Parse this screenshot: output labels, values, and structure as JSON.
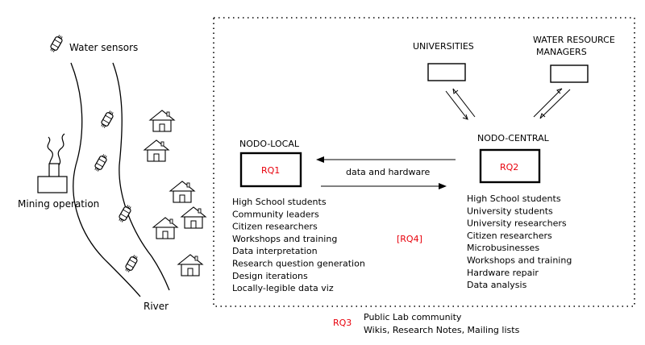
{
  "legend": {
    "sensor_label": "Water sensors"
  },
  "landscape": {
    "mining_label": "Mining operation",
    "river_label": "River"
  },
  "nodo_local": {
    "title": "NODO-LOCAL",
    "rq": "RQ1",
    "items": [
      "High School students",
      "Community leaders",
      "Citizen researchers",
      "Workshops and training",
      "Data interpretation",
      "Research question generation",
      "Design iterations",
      "Locally-legible data viz"
    ]
  },
  "nodo_central": {
    "title": "NODO-CENTRAL",
    "rq": "RQ2",
    "items": [
      "High School students",
      "University students",
      "University researchers",
      "Citizen researchers",
      "Microbusinesses",
      "Workshops and training",
      "Hardware repair",
      "Data analysis"
    ]
  },
  "link_label": "data and hardware",
  "rq4": "[RQ4]",
  "universities": "UNIVERSITIES",
  "water_managers": [
    "WATER RESOURCE",
    "MANAGERS"
  ],
  "rq3": "RQ3",
  "public_lab": [
    "Public Lab community",
    "Wikis, Research Notes, Mailing lists"
  ],
  "colors": {
    "accent_red": "#e8000b",
    "ink": "#000000"
  }
}
